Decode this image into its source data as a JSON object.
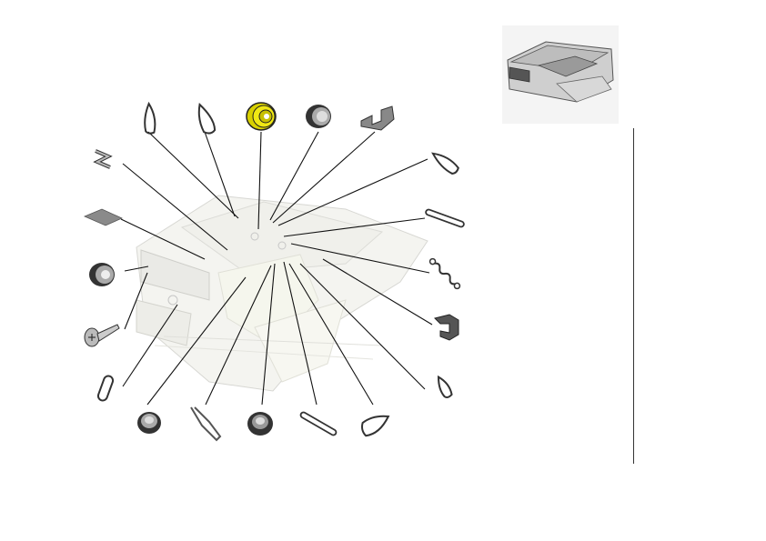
{
  "diagram": {
    "highlight_color": "#f0e814",
    "assembly_color": "#c8c8bf",
    "line_color": "#111111",
    "parts": [
      {
        "name": "small-clip",
        "icon": "bent-clip-icon"
      },
      {
        "name": "pad-sheet",
        "icon": "pad-icon"
      },
      {
        "name": "bushing",
        "icon": "bushing-icon"
      },
      {
        "name": "screw",
        "icon": "screw-icon"
      },
      {
        "name": "e-ring-small",
        "icon": "e-ring-icon"
      },
      {
        "name": "e-ring-top-1",
        "icon": "e-ring-icon"
      },
      {
        "name": "e-ring-top-2",
        "icon": "e-ring-icon"
      },
      {
        "name": "gear-pulley-highlighted",
        "icon": "pulley-icon"
      },
      {
        "name": "bushing-top",
        "icon": "bushing-icon"
      },
      {
        "name": "bracket",
        "icon": "bracket-icon"
      },
      {
        "name": "ring-right",
        "icon": "e-ring-icon"
      },
      {
        "name": "pin-right",
        "icon": "pin-icon"
      },
      {
        "name": "spring",
        "icon": "spring-icon"
      },
      {
        "name": "clamp",
        "icon": "clamp-icon"
      },
      {
        "name": "ring-right-lower",
        "icon": "e-ring-icon"
      },
      {
        "name": "bushing-bottom-1",
        "icon": "bushing-icon"
      },
      {
        "name": "wire-clip",
        "icon": "wire-clip-icon"
      },
      {
        "name": "bushing-bottom-2",
        "icon": "bushing-icon"
      },
      {
        "name": "pin-bottom",
        "icon": "pin-icon"
      },
      {
        "name": "ring-bottom",
        "icon": "e-ring-icon"
      }
    ],
    "thumbnail": {
      "name": "document-feeder",
      "icon": "scanner-unit-icon"
    }
  }
}
